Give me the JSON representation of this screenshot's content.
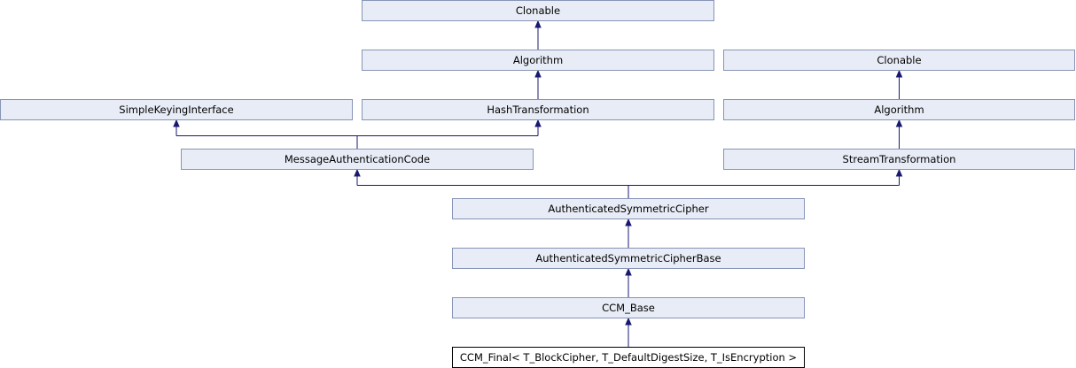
{
  "nodes": [
    {
      "id": "clonable-1",
      "label": "Clonable",
      "current": false
    },
    {
      "id": "algorithm-1",
      "label": "Algorithm",
      "current": false
    },
    {
      "id": "clonable-2",
      "label": "Clonable",
      "current": false
    },
    {
      "id": "simplekeyinginterface",
      "label": "SimpleKeyingInterface",
      "current": false
    },
    {
      "id": "hashtransformation",
      "label": "HashTransformation",
      "current": false
    },
    {
      "id": "algorithm-2",
      "label": "Algorithm",
      "current": false
    },
    {
      "id": "messageauthenticationcode",
      "label": "MessageAuthenticationCode",
      "current": false
    },
    {
      "id": "streamtransformation",
      "label": "StreamTransformation",
      "current": false
    },
    {
      "id": "authenticatedsymmetriccipher",
      "label": "AuthenticatedSymmetricCipher",
      "current": false
    },
    {
      "id": "authenticatedsymmetriccipherbase",
      "label": "AuthenticatedSymmetricCipherBase",
      "current": false
    },
    {
      "id": "ccm-base",
      "label": "CCM_Base",
      "current": false
    },
    {
      "id": "ccm-final",
      "label": "CCM_Final< T_BlockCipher, T_DefaultDigestSize, T_IsEncryption >",
      "current": true
    }
  ],
  "edges": [
    {
      "from": "algorithm-1",
      "to": "clonable-1"
    },
    {
      "from": "hashtransformation",
      "to": "algorithm-1"
    },
    {
      "from": "algorithm-2",
      "to": "clonable-2"
    },
    {
      "from": "streamtransformation",
      "to": "algorithm-2"
    },
    {
      "from": "messageauthenticationcode",
      "to": "simplekeyinginterface"
    },
    {
      "from": "messageauthenticationcode",
      "to": "hashtransformation"
    },
    {
      "from": "authenticatedsymmetriccipher",
      "to": "messageauthenticationcode"
    },
    {
      "from": "authenticatedsymmetriccipher",
      "to": "streamtransformation"
    },
    {
      "from": "authenticatedsymmetriccipherbase",
      "to": "authenticatedsymmetriccipher"
    },
    {
      "from": "ccm-base",
      "to": "authenticatedsymmetriccipherbase"
    },
    {
      "from": "ccm-final",
      "to": "ccm-base"
    }
  ]
}
